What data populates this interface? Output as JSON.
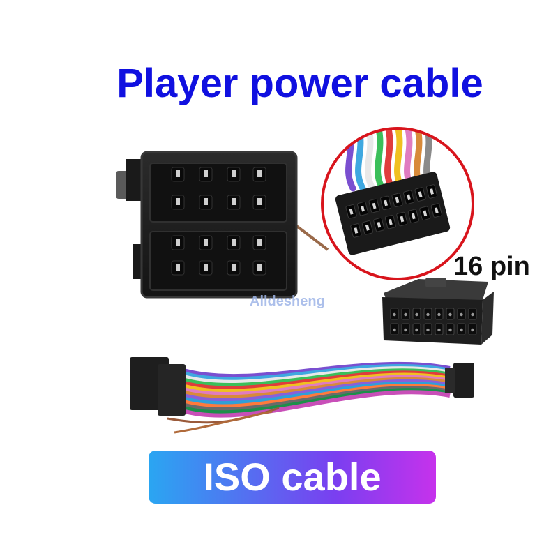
{
  "title": {
    "text": "Player power cable",
    "color": "#1010e0"
  },
  "pin_label": {
    "text": "16 pin"
  },
  "watermark": {
    "text": "Alldesheng",
    "color": "#9fb6e8"
  },
  "badge": {
    "text": "ISO cable",
    "gradient": [
      "#2aa6f2",
      "#7a3ff0",
      "#c632ec"
    ]
  },
  "colors": {
    "connector": "#1c1c1c",
    "connector_edge": "#3a3a3a",
    "highlight_ring": "#d8141c"
  },
  "icons": [
    "iso-connector-icon",
    "16-pin-connector-closeup-icon",
    "16-pin-connector-icon",
    "wire-harness-icon"
  ]
}
